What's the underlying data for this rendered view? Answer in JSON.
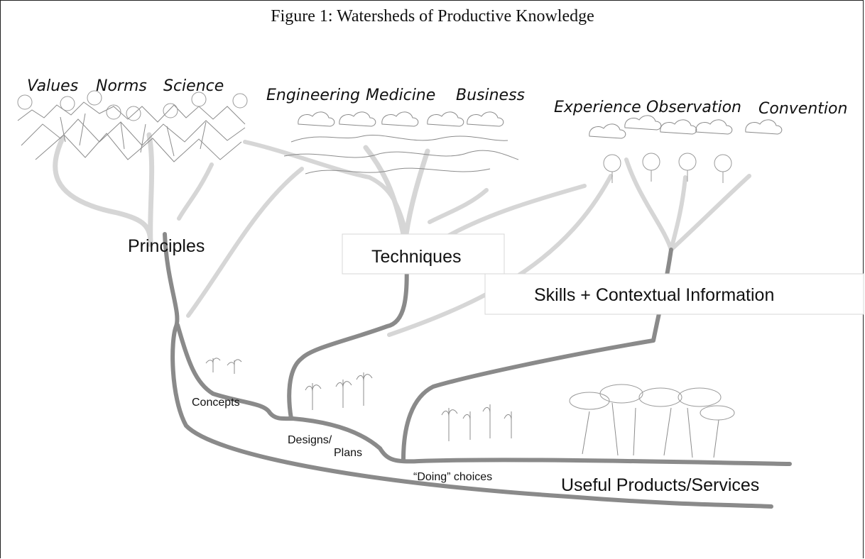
{
  "figure": {
    "title": "Figure 1: Watersheds of Productive Knowledge"
  },
  "sources": {
    "values": "Values",
    "norms": "Norms",
    "science": "Science",
    "engineering": "Engineering",
    "medicine": "Medicine",
    "business": "Business",
    "experience": "Experience",
    "observation": "Observation",
    "convention": "Convention"
  },
  "nodes": {
    "principles": "Principles",
    "techniques": "Techniques",
    "skills": "Skills + Contextual Information",
    "concepts": "Concepts",
    "designs_line1": "Designs/",
    "designs_line2": "Plans",
    "doing": "“Doing” choices",
    "products": "Useful Products/Services"
  }
}
